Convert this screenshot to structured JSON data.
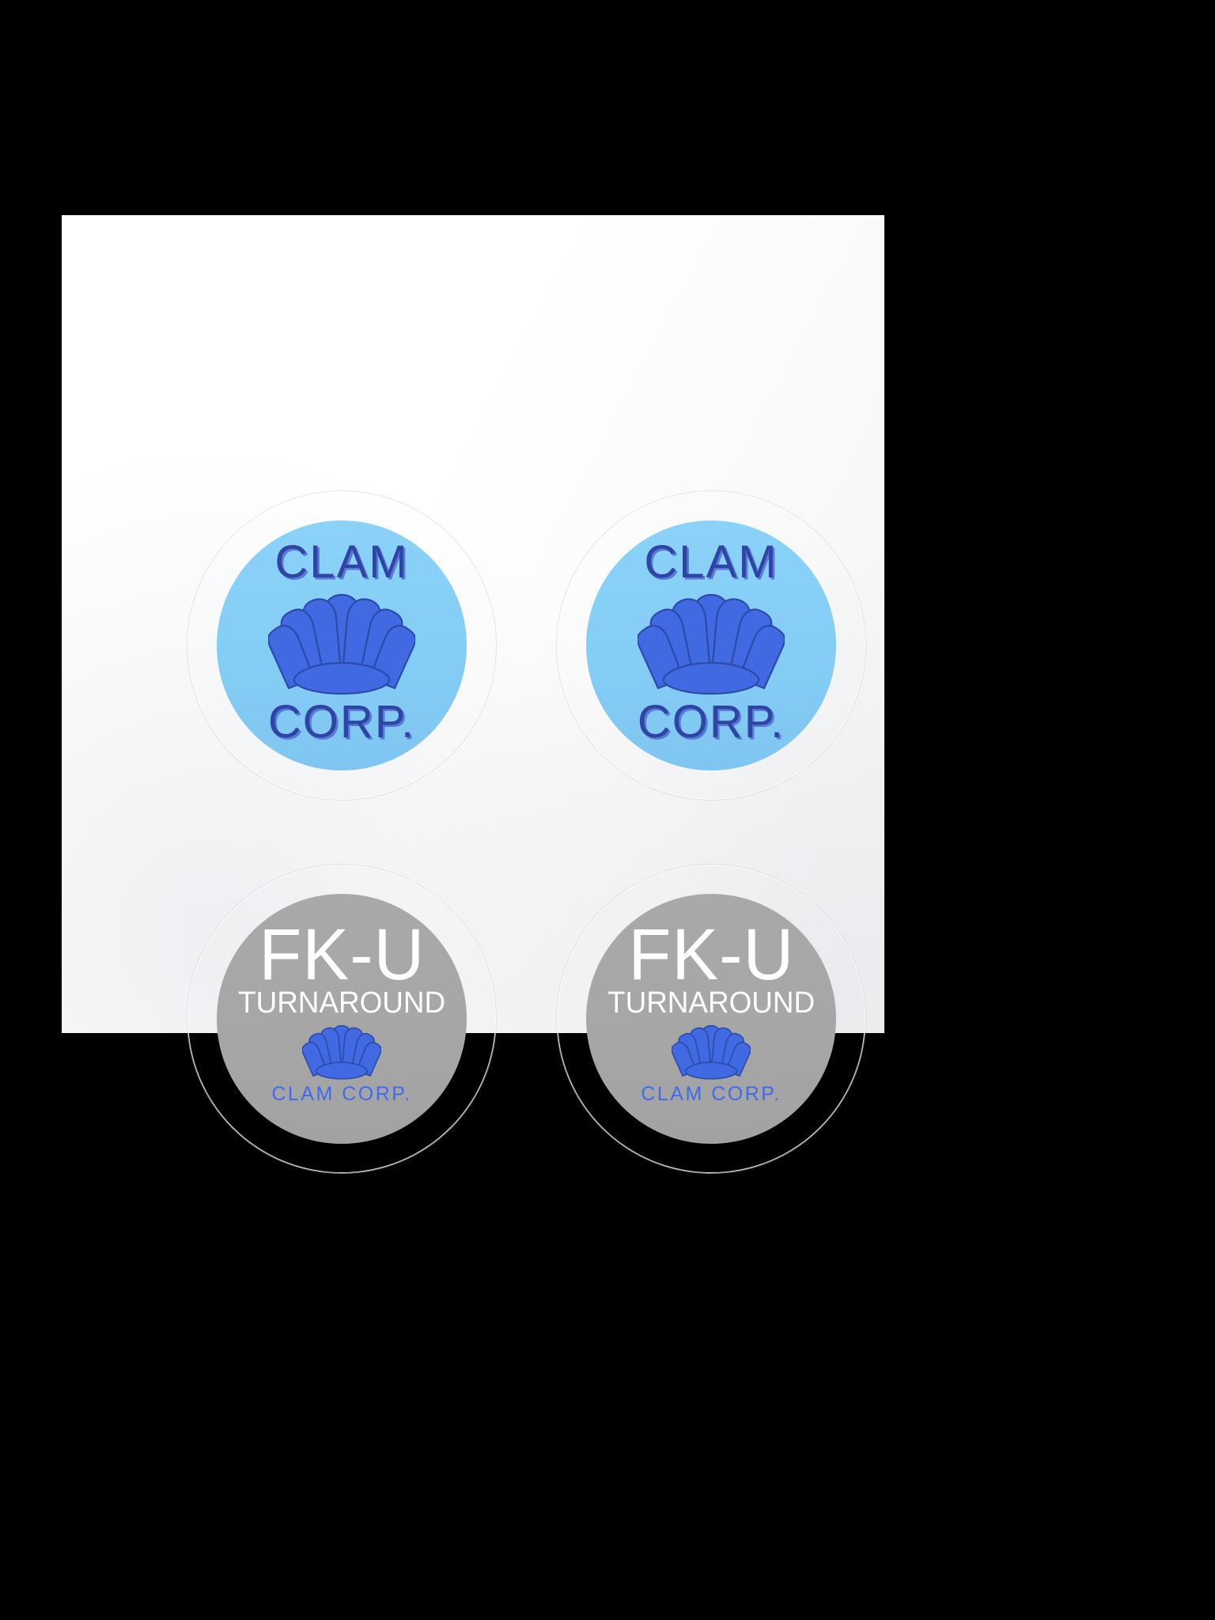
{
  "scene": {
    "background_color": "#000000",
    "sheet_color": "#ffffff",
    "description": "Sticker sheet with four die-cut circular stickers"
  },
  "palette": {
    "light_blue_disc": "#85CEF5",
    "gray_disc": "#A6A6A6",
    "shell_blue": "#4169E1",
    "shell_outline": "#2B4BA8",
    "clam_text": "#2E45A3",
    "clam_text_shadow": "#5878DC",
    "fku_text": "#FFFFFF",
    "small_clam_text": "#3F6AF0",
    "cutline": "#CDCFD4"
  },
  "stickers": [
    {
      "id": "clam-corp-top-left",
      "variant": "clam-corp",
      "disc_color": "#85CEF5",
      "top_text": "CLAM",
      "bottom_text": "CORP.",
      "icon": "scallop-shell-icon"
    },
    {
      "id": "clam-corp-top-right",
      "variant": "clam-corp",
      "disc_color": "#85CEF5",
      "top_text": "CLAM",
      "bottom_text": "CORP.",
      "icon": "scallop-shell-icon"
    },
    {
      "id": "fk-u-turnaround-bottom-left",
      "variant": "fk-u",
      "disc_color": "#A6A6A6",
      "headline": "FK-U",
      "subhead": "TURNAROUND",
      "footer_text": "CLAM CORP.",
      "icon": "scallop-shell-icon"
    },
    {
      "id": "fk-u-turnaround-bottom-right",
      "variant": "fk-u",
      "disc_color": "#A6A6A6",
      "headline": "FK-U",
      "subhead": "TURNAROUND",
      "footer_text": "CLAM CORP.",
      "icon": "scallop-shell-icon"
    }
  ]
}
